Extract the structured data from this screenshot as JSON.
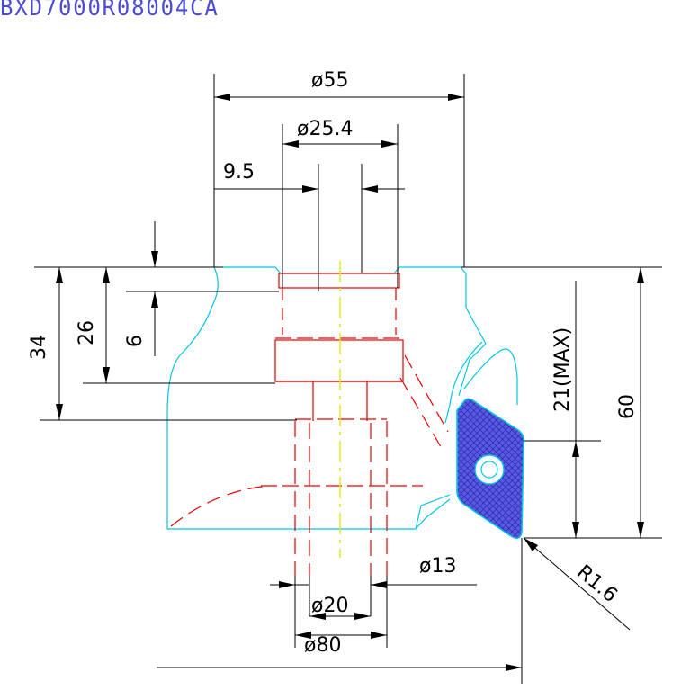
{
  "title": "BXD7000R08004CA",
  "colors": {
    "title": "#4b4bd6",
    "dimension": "#000000",
    "body_outline": "#00c8e6",
    "hidden_lines": "#e60000",
    "center_line": "#e6e600",
    "insert_fill": "#3a3ad0"
  },
  "dimensions": {
    "d55": "ø55",
    "d25_4": "ø25.4",
    "w9_5": "9.5",
    "h34": "34",
    "h26": "26",
    "h6": "6",
    "h21max": "21(MAX)",
    "h60": "60",
    "d13": "ø13",
    "d20": "ø20",
    "d80": "ø80",
    "r1_6": "R1.6"
  }
}
